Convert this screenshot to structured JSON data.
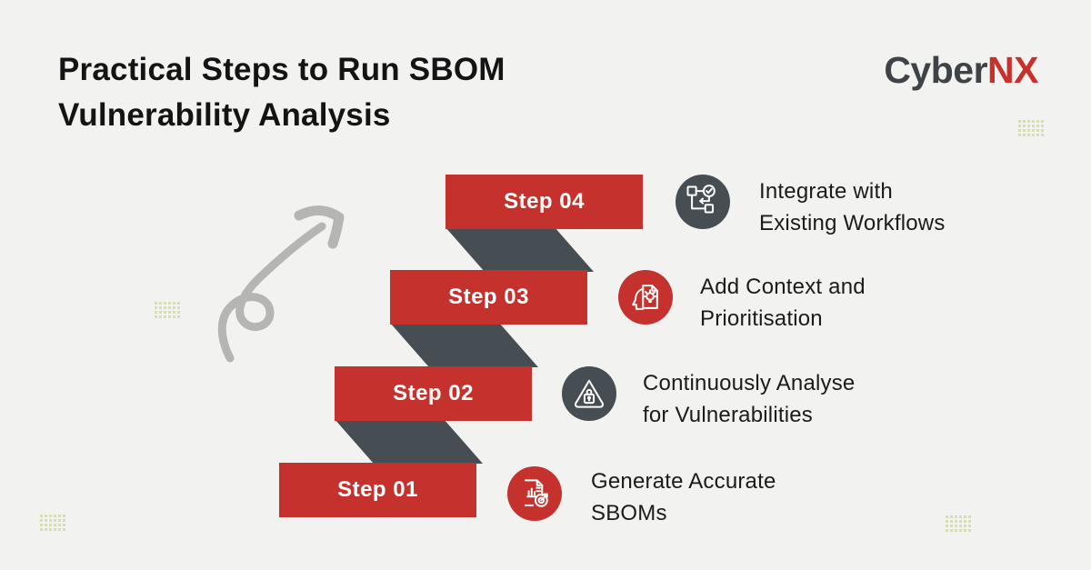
{
  "header": {
    "title_line1": "Practical Steps to Run SBOM",
    "title_line2": "Vulnerability Analysis",
    "logo": {
      "part1": "Cyber",
      "part2": "NX"
    }
  },
  "colors": {
    "bg": "#f2f2f0",
    "red": "#c5322d",
    "dark": "#474e53",
    "text": "#1b1b1b",
    "arrow": "#b5b5b3",
    "dots": "#d8ddb2",
    "logo-dark": "#3f4347",
    "logo-red": "#c8312b"
  },
  "decorations": {
    "arrow_icon": "curved-hand-drawn-arrow-icon",
    "dot_grids": 4
  },
  "steps": [
    {
      "label": "Step 01",
      "title_line1": "Generate Accurate",
      "title_line2": "SBOMs",
      "icon": "sbom-document-target-icon",
      "icon_bg": "red"
    },
    {
      "label": "Step 02",
      "title_line1": "Continuously Analyse",
      "title_line2": "for Vulnerabilities",
      "icon": "vulnerability-warning-lock-icon",
      "icon_bg": "dark"
    },
    {
      "label": "Step 03",
      "title_line1": "Add Context and",
      "title_line2": "Prioritisation",
      "icon": "context-head-idea-icon",
      "icon_bg": "red"
    },
    {
      "label": "Step 04",
      "title_line1": "Integrate with",
      "title_line2": "Existing Workflows",
      "icon": "workflow-integration-icon",
      "icon_bg": "dark"
    }
  ]
}
